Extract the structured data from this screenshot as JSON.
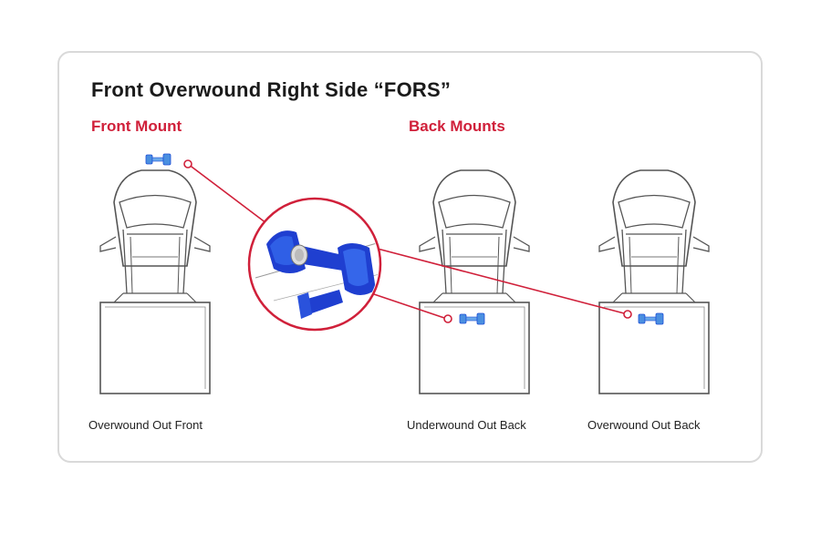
{
  "title": "Front Overwound Right Side “FORS”",
  "sections": {
    "front": "Front Mount",
    "back": "Back Mounts"
  },
  "captions": {
    "front": "Overwound Out Front",
    "under_back": "Underwound Out Back",
    "over_back": "Overwound Out Back"
  },
  "colors": {
    "accent": "#d0203a",
    "mount": "#1f4fd6",
    "mount_light": "#4a8fe0",
    "line_art": "#555555",
    "border": "#d9d9d9"
  },
  "icons": {
    "mount": "roller-mount-icon",
    "vehicle": "truck-top-view-icon"
  }
}
